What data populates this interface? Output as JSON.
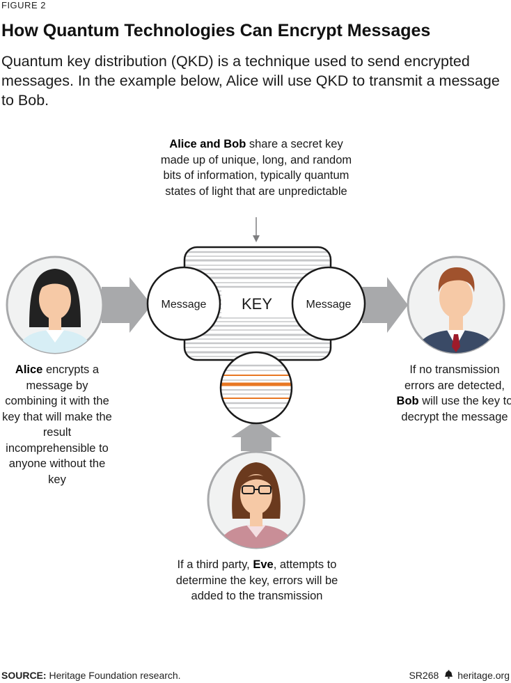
{
  "figure_label": "FIGURE 2",
  "title": "How Quantum Technologies Can Encrypt Messages",
  "intro": "Quantum key distribution (QKD) is a technique used to send encrypted messages. In the example below, Alice will use QKD to transmit a message to Bob.",
  "diagram": {
    "key_label": "KEY",
    "message_left": "Message",
    "message_right": "Message",
    "key_caption": {
      "bold": "Alice and Bob",
      "rest": " share a secret key made up of unique, long, and random bits of information, typically quantum states of light that are unpredictable"
    },
    "alice_caption": {
      "bold": "Alice",
      "rest": " encrypts a message by combining it with the key that will make the result incomprehensible to anyone without the key"
    },
    "bob_caption": {
      "pre": "If no transmission errors are detected, ",
      "bold": "Bob",
      "rest": " will use the key to decrypt the message"
    },
    "eve_caption": {
      "pre": "If a third party, ",
      "bold": "Eve",
      "rest": ", attempts to determine the key, errors will be added to the transmission"
    }
  },
  "colors": {
    "arrow_gray": "#a8a9ab",
    "key_line": "#c6c7c9",
    "error_orange": "#e87722",
    "skin": "#f6c9a6",
    "alice_shirt": "#d7eef5",
    "bob_suit": "#3a4a66",
    "bob_tie": "#9e1b2a",
    "eve_shirt": "#c98e97"
  },
  "footer": {
    "source_label": "SOURCE:",
    "source_text": " Heritage Foundation research.",
    "report_id": "SR268",
    "site": "heritage.org",
    "bell_icon": "liberty-bell-icon"
  }
}
